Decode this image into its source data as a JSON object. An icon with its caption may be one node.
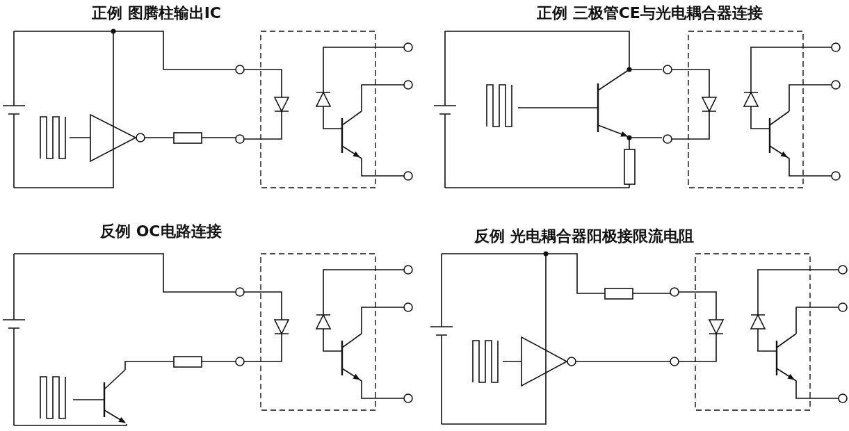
{
  "diagram": {
    "labels": [
      "正例 图腾柱输出IC",
      "正例 三极管CE与光电耦合器连接",
      "反例 OC电路连接",
      "反例 光电耦合器阳极接限流电阻"
    ]
  }
}
